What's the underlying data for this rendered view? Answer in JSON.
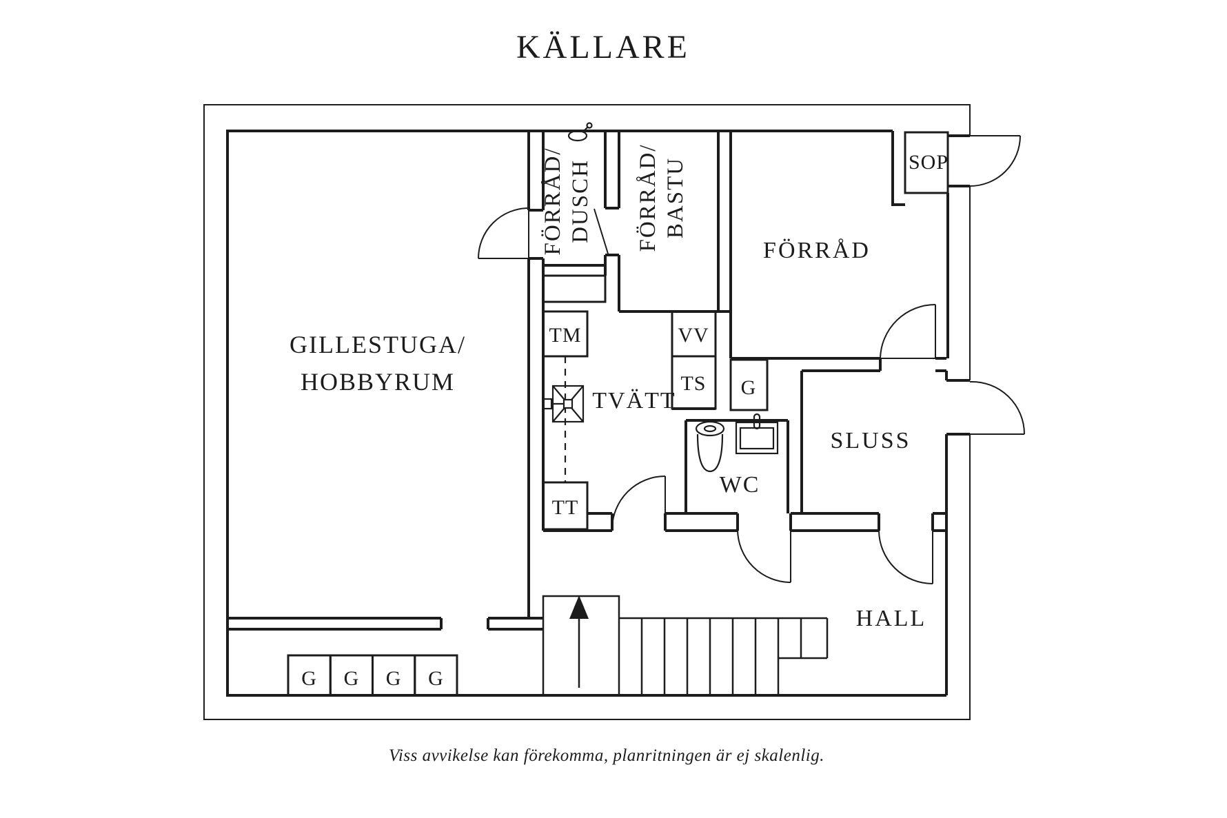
{
  "title": "KÄLLARE",
  "footnote": "Viss avvikelse kan förekomma, planritningen är ej skalenlig.",
  "colors": {
    "ink": "#1c1c1c",
    "background": "#ffffff"
  },
  "rooms": {
    "gillestuga": {
      "line1": "GILLESTUGA/",
      "line2": "HOBBYRUM"
    },
    "forrad_dusch": {
      "line1": "FÖRRÅD/",
      "line2": "DUSCH"
    },
    "forrad_bastu": {
      "line1": "FÖRRÅD/",
      "line2": "BASTU"
    },
    "forrad": "FÖRRÅD",
    "sop": "SOP",
    "sluss": "SLUSS",
    "tvatt": "TVÄTT",
    "wc": "WC",
    "hall": "HALL"
  },
  "fixtures": {
    "tm": "TM",
    "vv": "VV",
    "ts": "TS",
    "g": "G",
    "tt": "TT"
  },
  "closets": {
    "cells": [
      "G",
      "G",
      "G",
      "G"
    ]
  }
}
